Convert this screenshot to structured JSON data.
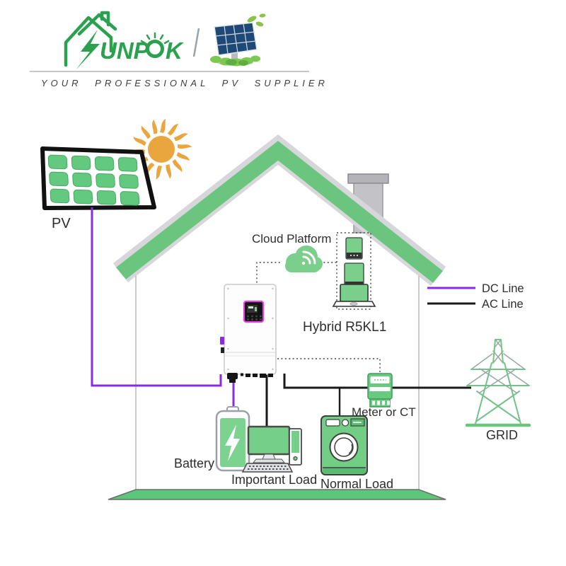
{
  "header": {
    "brand": {
      "name": "SUNPOK",
      "part1": "UNP",
      "part2": "K"
    },
    "tagline": "YOUR PROFESSIONAL PV SUPPLIER"
  },
  "diagram": {
    "labels": {
      "pv": "PV",
      "cloud": "Cloud Platform",
      "inverter_model": "Hybrid R5KL1",
      "meter": "Meter or CT",
      "battery": "Battery",
      "important_load": "Important Load",
      "normal_load": "Normal Load",
      "grid": "GRID"
    },
    "legend": [
      {
        "label": "DC Line",
        "color": "#8B2BE8"
      },
      {
        "label": "AC Line",
        "color": "#1a1a1a"
      }
    ],
    "colors": {
      "main_green": "#6CC57E",
      "logo_green": "#2AA14E",
      "dc_line": "#8B2BE8",
      "ac_line": "#1a1a1a",
      "display_magenta": "#E83CE8",
      "sun_orange": "#EAA63E"
    }
  }
}
